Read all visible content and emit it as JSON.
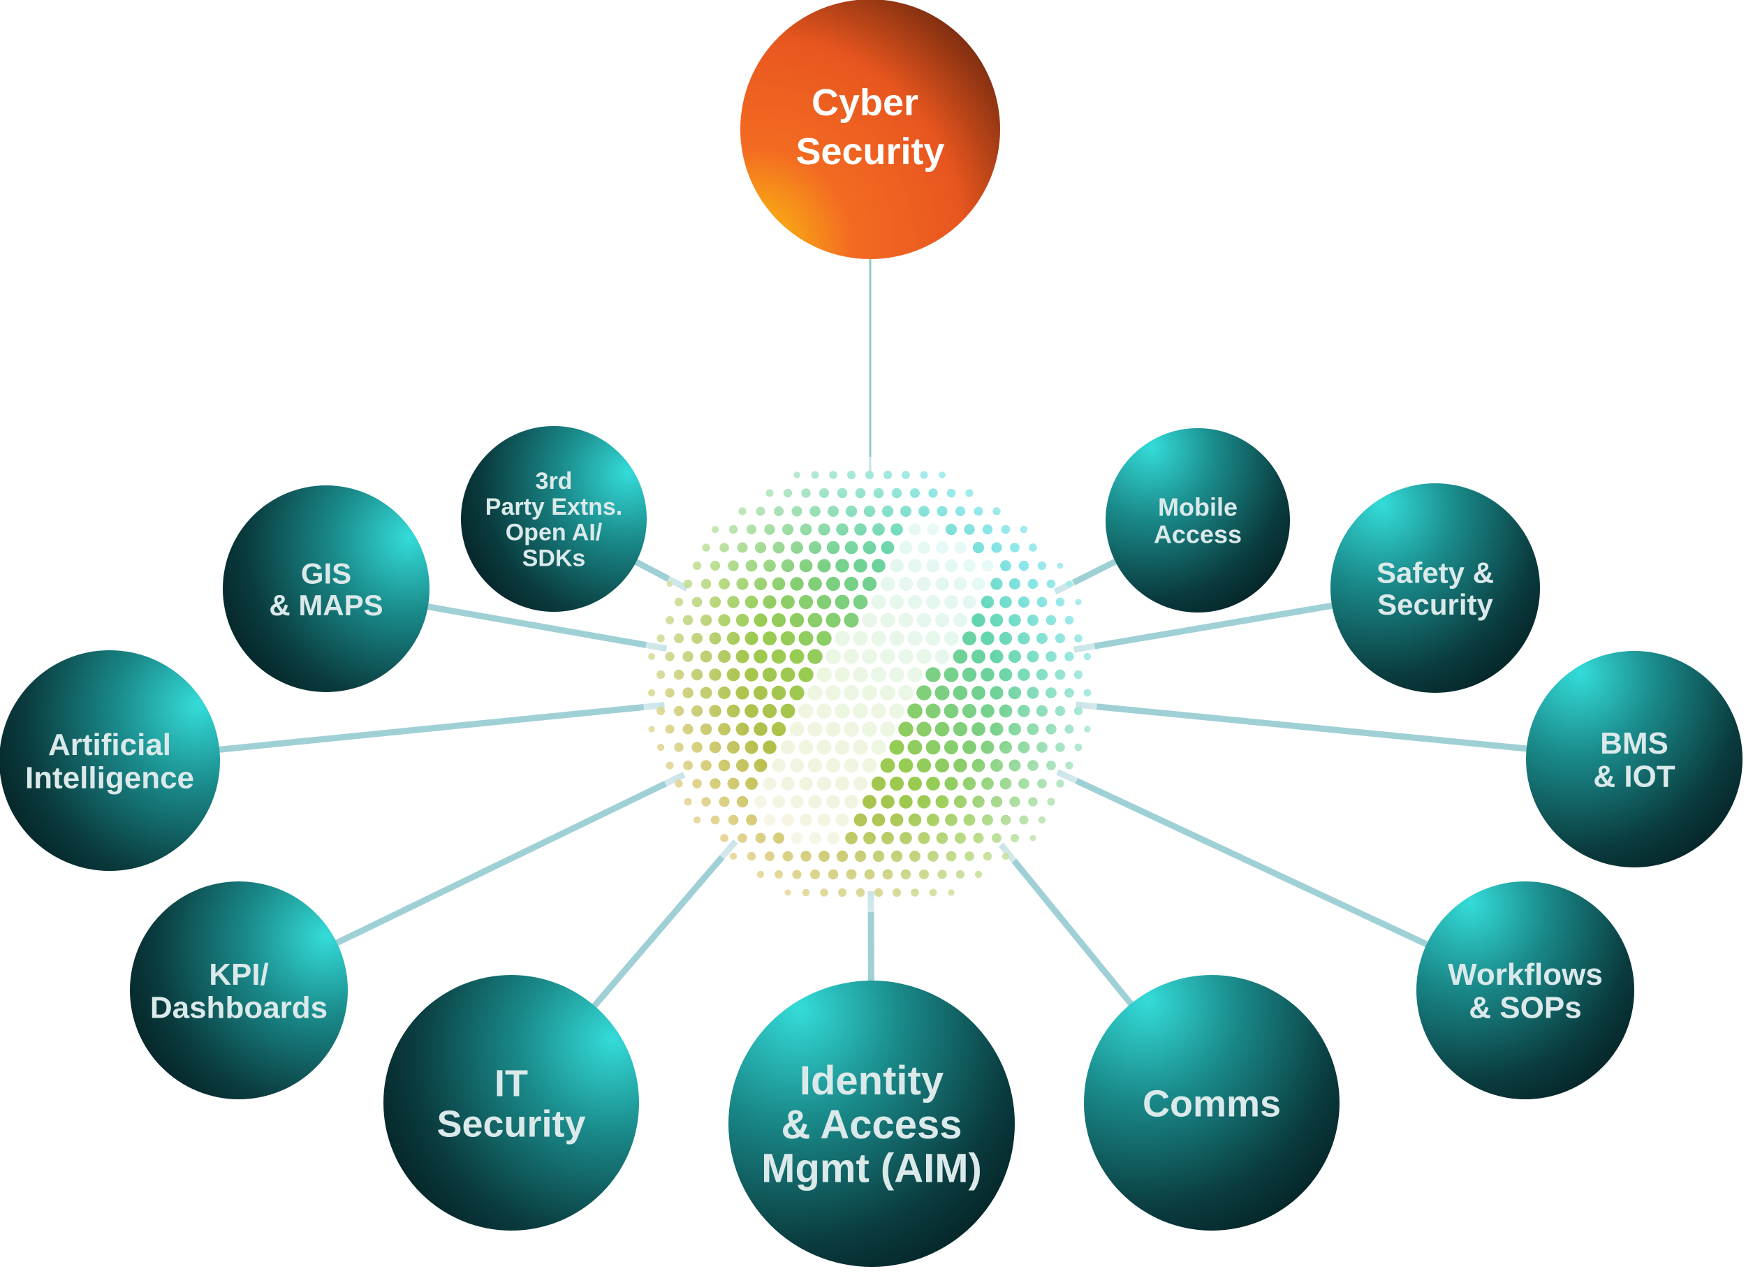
{
  "colors": {
    "node_dark": "#06282b",
    "node_light": "#2fd6d4",
    "hub_orange": "#f15a22",
    "hub_yellow": "#fbc20f",
    "hub_brown": "#4a1c08",
    "connector": "#8fc8cf",
    "label": "#dbe9ea",
    "globe_cyan": "#33d3d6",
    "globe_green": "#8cc63f",
    "globe_orange": "#f39a21"
  },
  "hub": {
    "label_lines": [
      "Cyber",
      "Security"
    ]
  },
  "nodes": [
    {
      "id": "third-party",
      "label_lines": [
        "3rd",
        "Party Extns.",
        "Open AI/",
        "SDKs"
      ]
    },
    {
      "id": "gis-maps",
      "label_lines": [
        "GIS",
        "& MAPS"
      ]
    },
    {
      "id": "artificial-intelligence",
      "label_lines": [
        "Artificial",
        "Intelligence"
      ]
    },
    {
      "id": "kpi-dashboards",
      "label_lines": [
        "KPI/",
        "Dashboards"
      ]
    },
    {
      "id": "it-security",
      "label_lines": [
        "IT",
        "Security"
      ]
    },
    {
      "id": "identity-access",
      "label_lines": [
        "Identity",
        "& Access",
        "Mgmt (AIM)"
      ]
    },
    {
      "id": "comms",
      "label_lines": [
        "Comms"
      ]
    },
    {
      "id": "workflows-sops",
      "label_lines": [
        "Workflows",
        "& SOPs"
      ]
    },
    {
      "id": "bms-iot",
      "label_lines": [
        "BMS",
        "& IOT"
      ]
    },
    {
      "id": "safety-security",
      "label_lines": [
        "Safety &",
        "Security"
      ]
    },
    {
      "id": "mobile-access",
      "label_lines": [
        "Mobile",
        "Access"
      ]
    }
  ]
}
